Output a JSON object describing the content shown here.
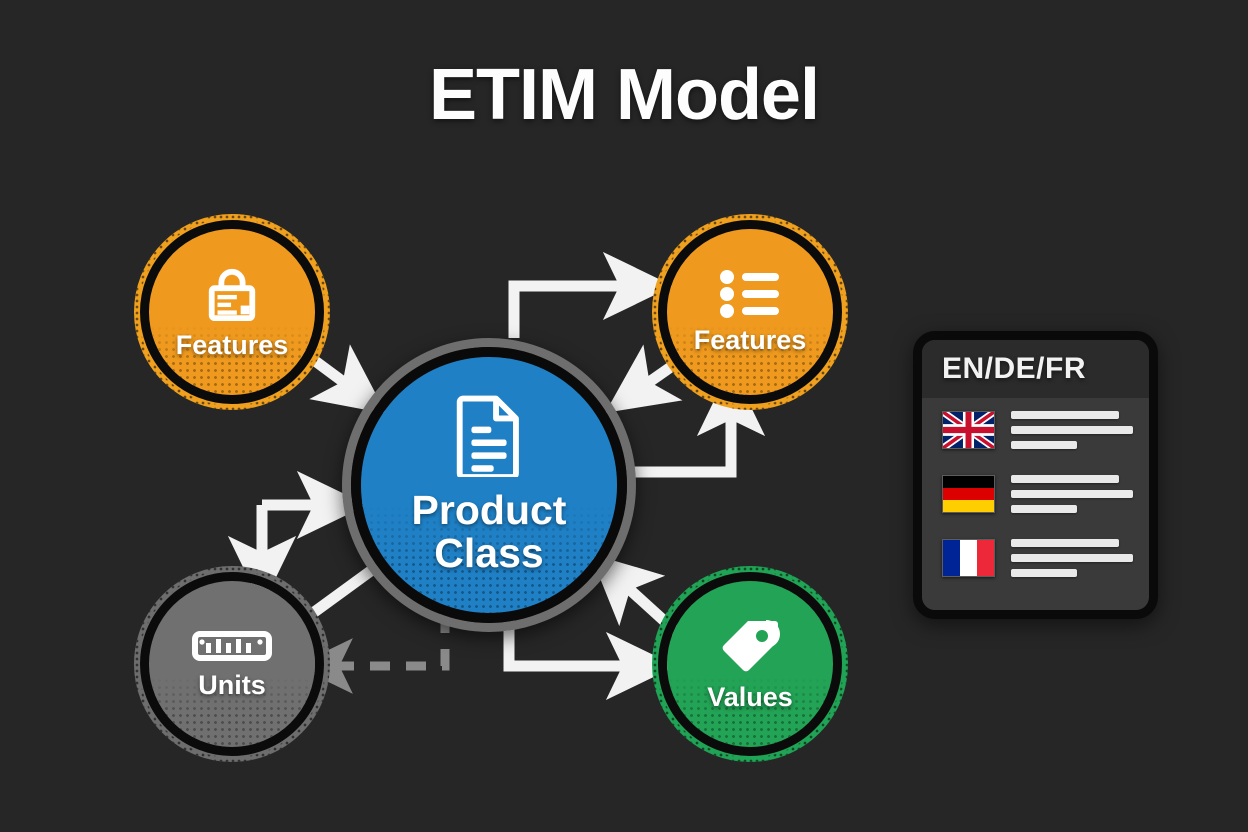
{
  "page": {
    "title": "ETIM Model",
    "background_color": "#262626"
  },
  "colors": {
    "orange": "#ef9a1e",
    "blue": "#1f80c6",
    "green": "#22a355",
    "gray": "#707070",
    "arrow_white": "#f2f2f2",
    "arrow_dashed_gray": "#8a8a8a",
    "panel_bg": "#3a3a3a",
    "panel_border": "#0a0a0a"
  },
  "diagram": {
    "center_node": {
      "label_line1": "Product",
      "label_line2": "Class",
      "icon": "document-icon",
      "color": "#1f80c6"
    },
    "nodes": [
      {
        "id": "features-left",
        "label": "Features",
        "icon": "lock-list-icon",
        "color": "#ef9a1e"
      },
      {
        "id": "features-right",
        "label": "Features",
        "icon": "bullet-list-icon",
        "color": "#ef9a1e"
      },
      {
        "id": "units",
        "label": "Units",
        "icon": "ruler-icon",
        "color": "#707070"
      },
      {
        "id": "values",
        "label": "Values",
        "icon": "price-tag-icon",
        "color": "#22a355"
      }
    ],
    "connectors": [
      {
        "from": "features-left",
        "to": "center",
        "style": "solid",
        "shape": "diagonal"
      },
      {
        "from": "center",
        "to": "features-right",
        "style": "solid",
        "shape": "elbow-up-right"
      },
      {
        "from": "features-right",
        "to": "center",
        "style": "solid",
        "shape": "diagonal"
      },
      {
        "from": "center",
        "to": "features-right",
        "style": "solid",
        "shape": "elbow-right-up"
      },
      {
        "from": "center",
        "to": "units",
        "style": "solid",
        "shape": "elbow-left-down"
      },
      {
        "from": "units",
        "to": "center",
        "style": "solid",
        "shape": "diagonal-line"
      },
      {
        "from": "center",
        "to": "units",
        "style": "dashed",
        "shape": "straight-left"
      },
      {
        "from": "center",
        "to": "values",
        "style": "solid",
        "shape": "elbow-down-right"
      },
      {
        "from": "values",
        "to": "center",
        "style": "solid",
        "shape": "diagonal"
      }
    ]
  },
  "language_panel": {
    "header": "EN/DE/FR",
    "rows": [
      {
        "flag": "uk-flag",
        "country": "United Kingdom",
        "lines": 3
      },
      {
        "flag": "germany-flag",
        "country": "Germany",
        "lines": 3
      },
      {
        "flag": "france-flag",
        "country": "France",
        "lines": 3
      }
    ]
  }
}
